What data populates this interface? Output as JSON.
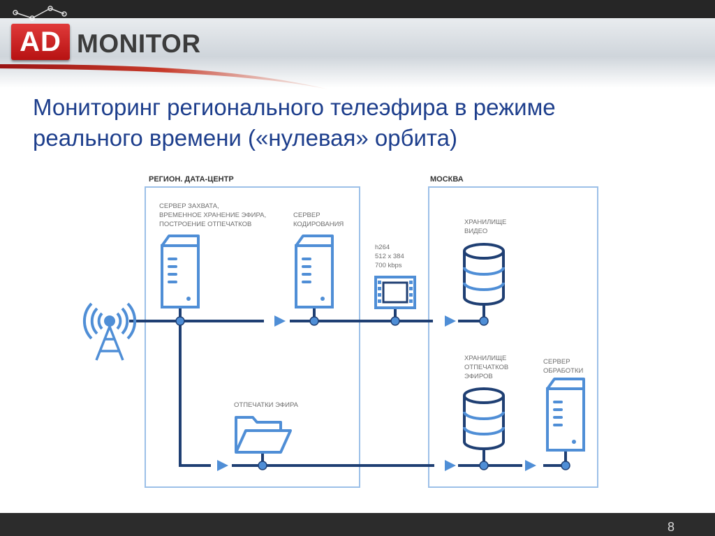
{
  "logo": {
    "ad": "AD",
    "monitor": "MONITOR"
  },
  "title": "Мониторинг регионального телеэфира в режиме\nреального времени («нулевая» орбита)",
  "page_number": "8",
  "diagram": {
    "region_title": "РЕГИОН. ДАТА-ЦЕНТР",
    "moscow_title": "МОСКВА",
    "capture_server": [
      "СЕРВЕР ЗАХВАТА,",
      "ВРЕМЕННОЕ ХРАНЕНИЕ ЭФИРА,",
      "ПОСТРОЕНИЕ ОТПЕЧАТКОВ"
    ],
    "encoding_server": [
      "СЕРВЕР",
      "КОДИРОВАНИЯ"
    ],
    "stream_info": [
      "h264",
      "512 x 384",
      "700 kbps"
    ],
    "video_storage": [
      "ХРАНИЛИЩЕ",
      "ВИДЕО"
    ],
    "fingerprint_storage": [
      "ХРАНИЛИЩЕ",
      "ОТПЕЧАТКОВ",
      "ЭФИРОВ"
    ],
    "processing_server": [
      "СЕРВЕР",
      "ОБРАБОТКИ"
    ],
    "air_fingerprints": "ОТПЕЧАТКИ ЭФИРА"
  },
  "colors": {
    "title": "#1d3e8c",
    "logo_red": "#c81e1e",
    "navy": "#1f3f73",
    "light_blue": "#4f8ed6",
    "panel_border": "#9cc0e8"
  },
  "icons": [
    "antenna-icon",
    "server-icon",
    "film-icon",
    "database-icon",
    "folder-icon"
  ]
}
